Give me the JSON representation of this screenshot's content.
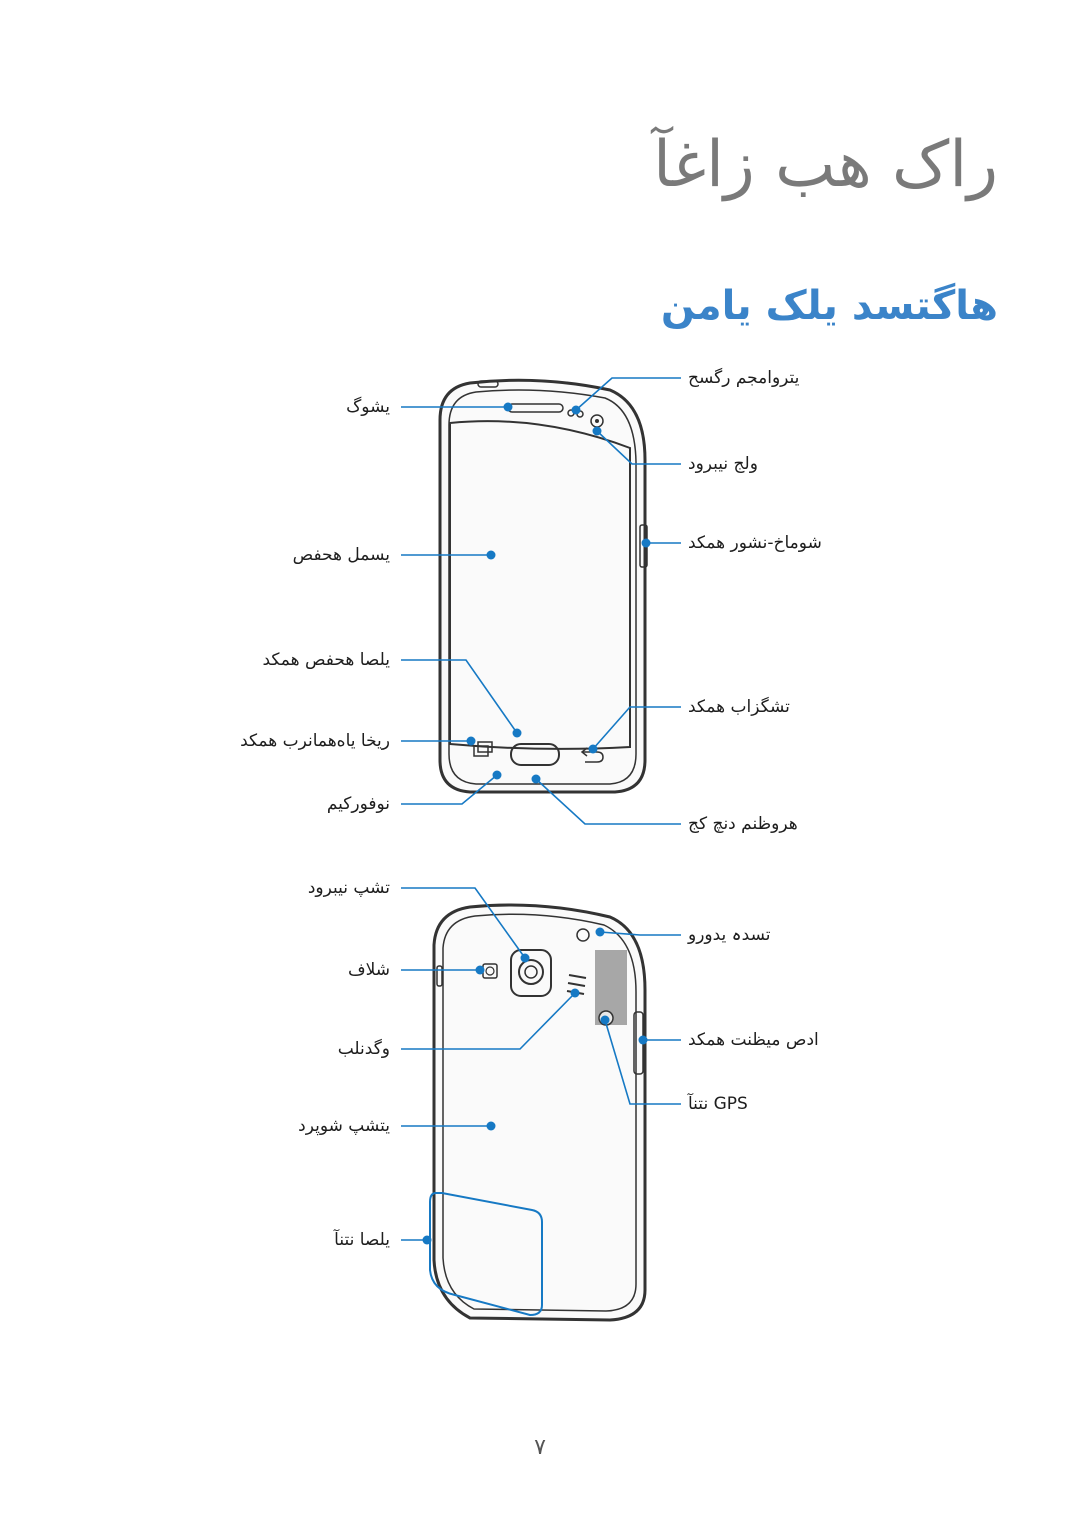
{
  "page": {
    "title": "راک هب زاغآ",
    "subtitle": "هاگتسد یلک یامن",
    "page_number": "۷"
  },
  "front_labels": {
    "earpiece": "یشوگ",
    "touchscreen": "یسمل هحفص",
    "home_button": "یلصا هحفص همکد",
    "recent_apps_button": "ریخا یاه‌همانرب همکد",
    "microphone": "نوفورکیم",
    "proximity_sensor": "یتروامجم رگسح",
    "front_camera": "ولج نیبرود",
    "power_button": "شوماخ-نشور همکد",
    "back_button": "تشگزاب همکد",
    "headset_jack": "هروظنم دنچ کج"
  },
  "back_labels": {
    "rear_camera": "تشپ نیبرود",
    "flash": "شلاف",
    "speaker": "وگدنلب",
    "back_cover": "یتشپ شوپرد",
    "main_antenna": "یلصا نتنآ",
    "strap_hole": "تسدہ یدورو",
    "volume_button": "ادص میظنت همکد",
    "gps_antenna": "GPS نتنآ"
  },
  "colors": {
    "title": "#7a7a7a",
    "subtitle": "#3b84c9",
    "callout": "#1679c4",
    "outline": "#333333",
    "gps_area": "#a7a7a7"
  }
}
